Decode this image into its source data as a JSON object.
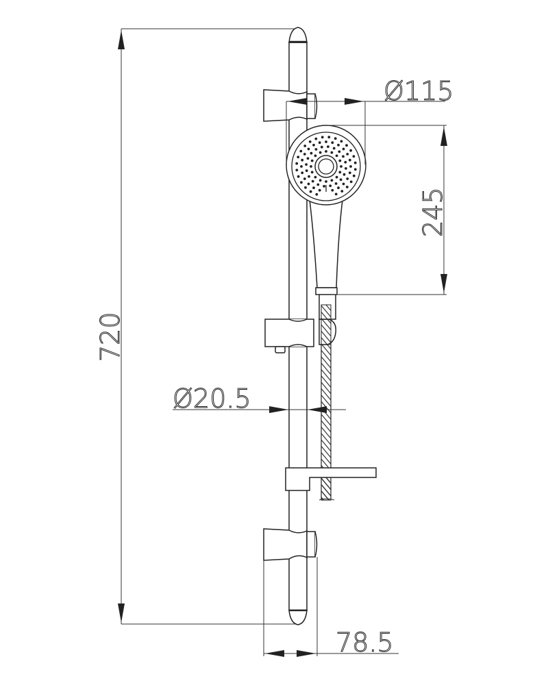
{
  "drawing": {
    "title": "Shower rail set dimension drawing",
    "dimensions": {
      "overall_height": "720",
      "head_diameter": "Ø115",
      "head_length": "245",
      "rail_diameter": "Ø20.5",
      "bracket_projection": "78.5"
    },
    "line_color": "#222222"
  }
}
